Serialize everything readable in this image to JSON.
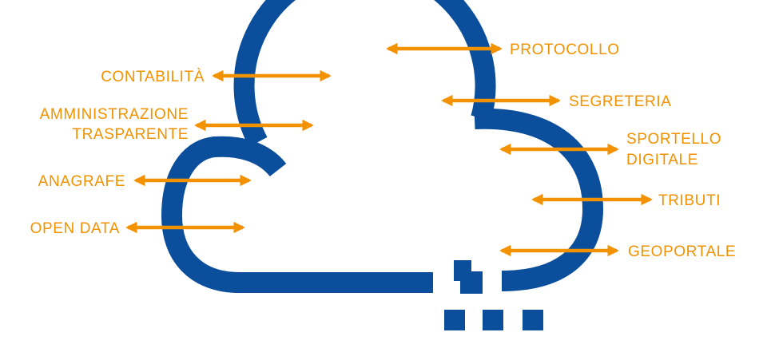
{
  "colors": {
    "cloud": "#0b4f9c",
    "accent": "#f29200",
    "background": "#ffffff"
  },
  "labels": {
    "protocollo": "PROTOCOLLO",
    "contabilita": "CONTABILITÀ",
    "segreteria": "SEGRETERIA",
    "amministrazione_line1": "AMMINISTRAZIONE",
    "amministrazione_line2": "TRASPARENTE",
    "sportello_line1": "SPORTELLO",
    "sportello_line2": "DIGITALE",
    "anagrafe": "ANAGRAFE",
    "tributi": "TRIBUTI",
    "open_data": "OPEN DATA",
    "geoportale": "GEOPORTALE"
  }
}
